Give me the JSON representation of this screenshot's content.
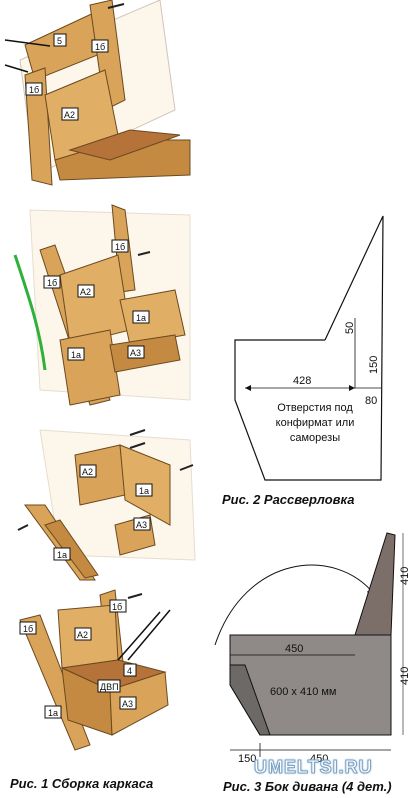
{
  "figure1": {
    "caption": "Рис. 1 Сборка каркаса",
    "step1_labels": [
      "5",
      "1б",
      "1б",
      "A2"
    ],
    "step2_labels": [
      "1б",
      "1б",
      "A2",
      "1a",
      "1a",
      "A3"
    ],
    "step3_labels": [
      "A2",
      "1a",
      "A3",
      "1a"
    ],
    "step4_labels": [
      "1б",
      "1б",
      "A2",
      "4",
      "ДВП",
      "A3",
      "1a"
    ]
  },
  "figure2": {
    "caption": "Рис. 2 Рассверловка",
    "dims": {
      "d428": "428",
      "d50": "50",
      "d150": "150",
      "d80": "80"
    },
    "note_lines": [
      "Отверстия под",
      "конфирмат или",
      "саморезы"
    ]
  },
  "figure3": {
    "caption": "Рис. 3 Бок дивана (4 дет.)",
    "dims": {
      "top450": "450",
      "bottom150": "150",
      "bottom450": "450",
      "vert1": "410",
      "vert2": "410"
    },
    "panel_label": "600 x 410 мм"
  },
  "watermark": "UMELTSI.RU",
  "colors": {
    "wood": "#d9a35a",
    "wood_dark": "#b87f38",
    "panel_gray": "#8f8a87",
    "ink": "#111111"
  }
}
